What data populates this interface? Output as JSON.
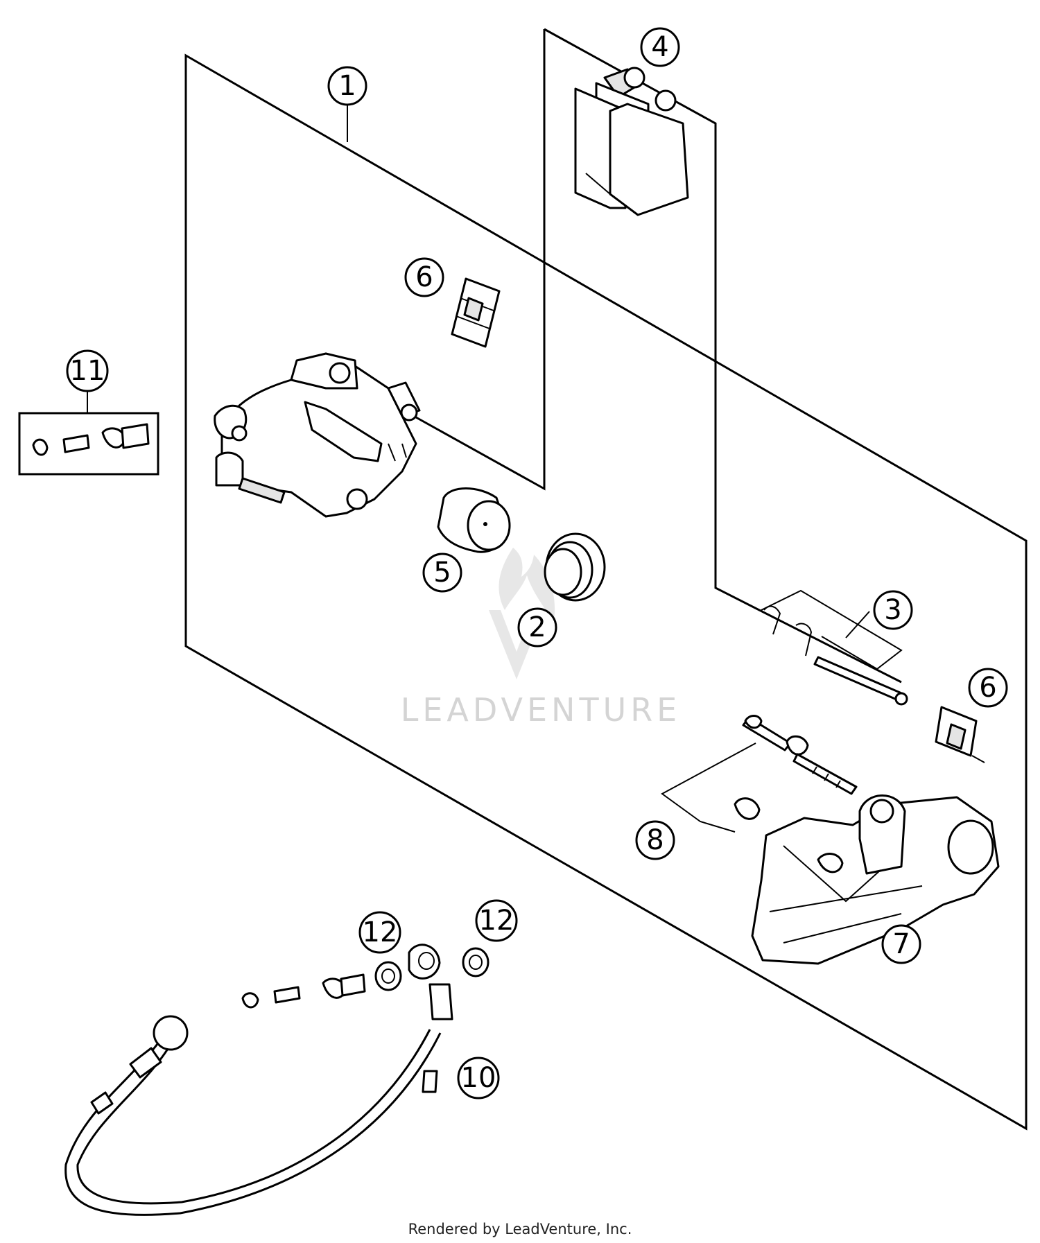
{
  "callouts": [
    {
      "id": "1",
      "label": "1"
    },
    {
      "id": "2",
      "label": "2"
    },
    {
      "id": "3",
      "label": "3"
    },
    {
      "id": "4",
      "label": "4"
    },
    {
      "id": "5",
      "label": "5"
    },
    {
      "id": "6a",
      "label": "6"
    },
    {
      "id": "6b",
      "label": "6"
    },
    {
      "id": "7",
      "label": "7"
    },
    {
      "id": "8",
      "label": "8"
    },
    {
      "id": "10",
      "label": "10"
    },
    {
      "id": "11",
      "label": "11"
    },
    {
      "id": "12a",
      "label": "12"
    },
    {
      "id": "12b",
      "label": "12"
    }
  ],
  "watermark": "LEADVENTURE",
  "credit": "Rendered by LeadVenture, Inc.",
  "colors": {
    "line": "#000000",
    "background": "#ffffff",
    "watermark": "#d4d4d4"
  }
}
